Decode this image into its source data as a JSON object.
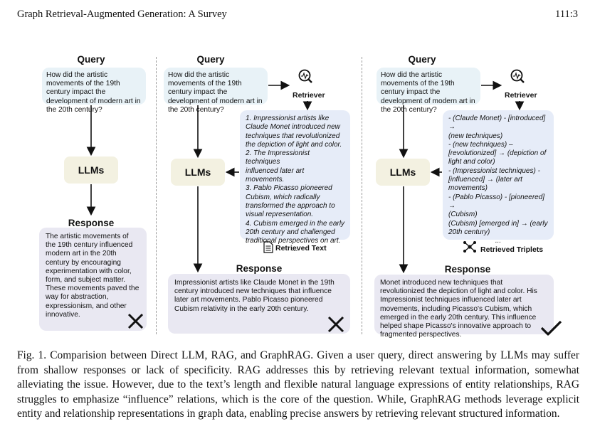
{
  "header": {
    "title": "Graph Retrieval-Augmented Generation: A Survey",
    "page": "111:3"
  },
  "labels": {
    "query": "Query",
    "response": "Response",
    "llms": "LLMs",
    "retriever": "Retriever",
    "retrieved_text": "Retrieved Text",
    "retrieved_triplets": "Retrieved Triplets"
  },
  "question": "How did the artistic movements of the 19th century impact the development of modern art in the 20th century?",
  "panel1": {
    "response": "The artistic movements of the 19th century influenced modern art in the 20th century by encouraging experimentation with color, form, and subject matter. These movements paved the way for abstraction, expressionism, and other innovative."
  },
  "panel2": {
    "retrieved_lines": [
      "1. Impressionist artists like",
      "Claude Monet introduced new",
      "techniques that revolutionized",
      "the depiction of light and color.",
      "2. The Impressionist techniques",
      "influenced later art movements.",
      "3. Pablo Picasso pioneered",
      "Cubism, which radically",
      "transformed the approach to",
      "visual representation.",
      "4. Cubism emerged in the early",
      "20th century and challenged",
      "traditional perspectives on art.",
      "..."
    ],
    "response": "Impressionist artists like Claude Monet in the 19th century introduced new techniques that influence later art movements. Pablo Picasso pioneered Cubism relativity in the early 20th century."
  },
  "panel3": {
    "triplet_lines": [
      "- (Claude Monet) - [introduced] →",
      "(new techniques)",
      "- (new techniques) –",
      "[revolutionized] → (depiction of",
      "light and color)",
      "- (Impressionist techniques) -",
      "[influenced] → (later art",
      "movements)",
      "- (Pablo Picasso) - [pioneered] →",
      "(Cubism)",
      "  (Cubism)   [emerged in] → (early",
      "20th century)",
      "..."
    ],
    "response": "Monet introduced new techniques that revolutionized the depiction of light and color. His Impressionist techniques influenced later art movements, including Picasso's Cubism, which emerged in the early 20th century. This influence helped shape Picasso's innovative approach to fragmented perspectives."
  },
  "caption": "Fig. 1.  Comparision between Direct LLM, RAG, and GraphRAG. Given a user query, direct answering by LLMs may suffer from shallow responses or lack of specificity. RAG addresses this by retrieving relevant textual information, somewhat alleviating the issue. However, due to the text’s length and flexible natural language expressions of entity relationships, RAG struggles to emphasize “influence” relations, which is the core of the question. While, GraphRAG methods leverage explicit entity and relationship representations in graph data, enabling precise answers by retrieving relevant structured information."
}
